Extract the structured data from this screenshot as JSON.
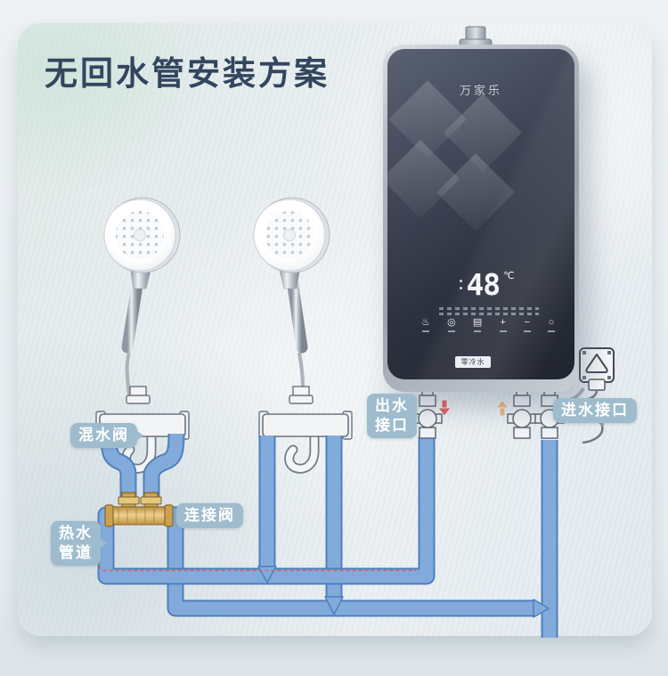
{
  "title": "无回水管安装方案",
  "heater": {
    "brand": "万家乐",
    "display": {
      "temp": "48",
      "unit": "℃"
    },
    "badge": "零冷水",
    "touch_icons": [
      {
        "name": "shower-mode-icon",
        "glyph": "♨"
      },
      {
        "name": "fan-icon",
        "glyph": "◎"
      },
      {
        "name": "menu-icon",
        "glyph": "▤"
      },
      {
        "name": "plus-icon",
        "glyph": "+"
      },
      {
        "name": "minus-icon",
        "glyph": "−"
      },
      {
        "name": "power-icon",
        "glyph": "○"
      }
    ]
  },
  "labels": {
    "mixing_valve": "混水阀",
    "connection_valve": "连接阀",
    "hot_pipe": [
      "热水",
      "管道"
    ],
    "outlet": [
      "出水",
      "接口"
    ],
    "inlet": "进水接口"
  },
  "colors": {
    "pipe_blue": "#82abdc",
    "pipe_edge": "#4f7fbe",
    "hot_dash_red": "#df5f5c",
    "inlet_arrow_orange": "#e8b27d",
    "brass_valve": "#d8b267",
    "bubble_bg": "#9ebccd",
    "title_text": "#33455f"
  }
}
